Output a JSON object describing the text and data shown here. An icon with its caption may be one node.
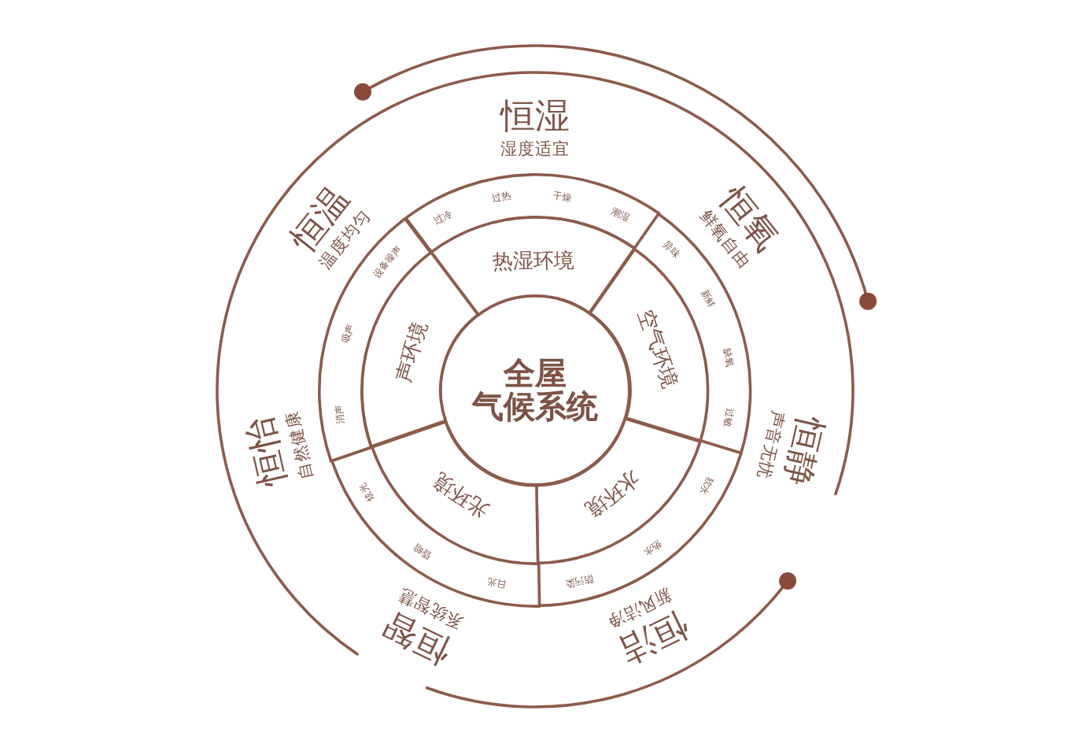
{
  "diagram": {
    "nodes": [
      {
        "text": [
          "全屋气候系统"
        ]
      },
      {
        "text": [
          "热湿环境"
        ]
      },
      {
        "text": [
          "空气环境"
        ]
      },
      {
        "text": [
          "水环境"
        ]
      },
      {
        "text": [
          "光环境"
        ]
      },
      {
        "text": [
          "声环境"
        ]
      },
      {
        "text": [
          "过冷",
          "过热",
          "干燥",
          "潮湿"
        ]
      },
      {
        "text": [
          "异味",
          "新鲜",
          "缺氧",
          "过敏"
        ]
      },
      {
        "text": [
          "软水",
          "热水",
          "防污染"
        ]
      },
      {
        "text": [
          "日光",
          "昏暗",
          "炫光"
        ]
      },
      {
        "text": [
          "消声",
          "吸声",
          "设备噪声"
        ]
      }
    ],
    "labels": [
      "恒湿",
      "湿度适宜",
      "恒氧",
      "鲜氧自由",
      "恒静",
      "声音无忧",
      "恒洁",
      "新风洁净",
      "恒智",
      "系统智慧",
      "恒怡",
      "自然健康",
      "恒温",
      "温度均匀"
    ]
  }
}
